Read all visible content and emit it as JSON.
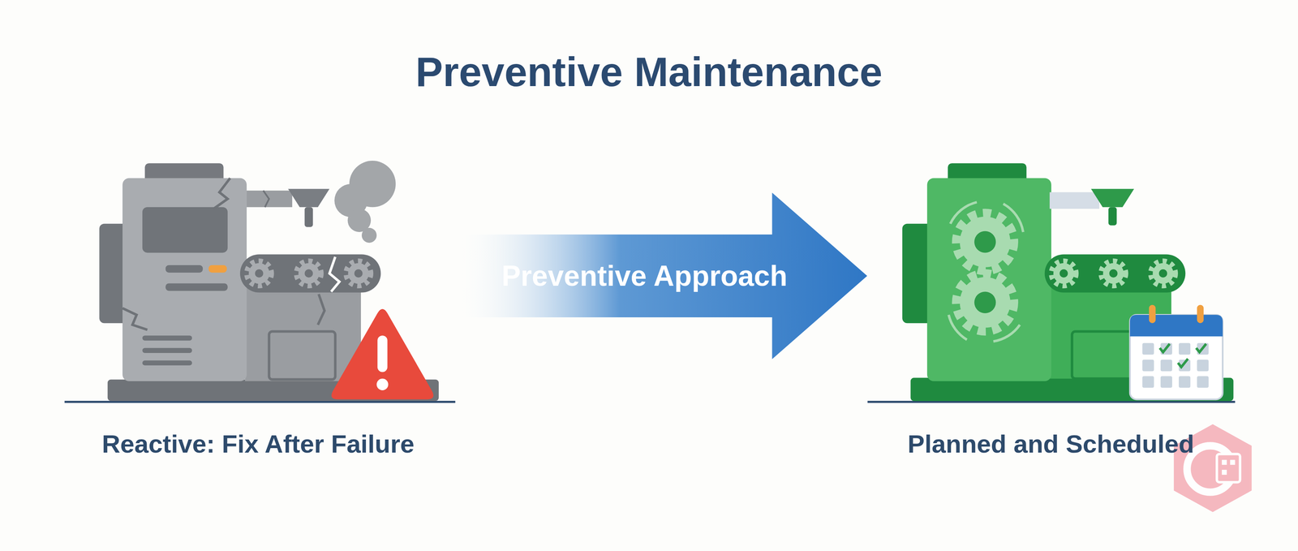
{
  "diagram": {
    "title": "Preventive Maintenance",
    "nodes": [
      {
        "text": [
          "Reactive: Fix After Failure"
        ]
      },
      {
        "text": [
          "Planned and Scheduled"
        ]
      }
    ],
    "edges": [
      {
        "from": 0,
        "to": 1,
        "label": "Preventive Approach",
        "arrow": "to"
      }
    ]
  }
}
